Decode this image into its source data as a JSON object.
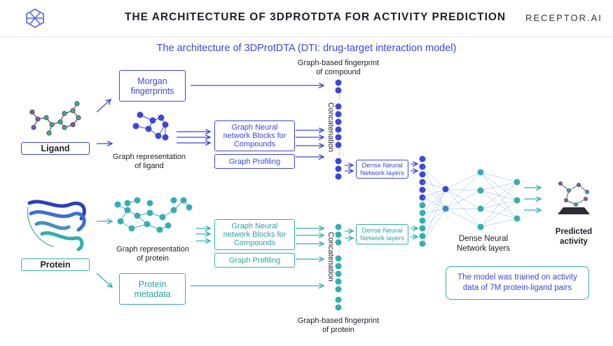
{
  "header": {
    "title": "THE ARCHITECTURE OF 3DPROTDTA FOR ACTIVITY PREDICTION",
    "brand": "RECEPTOR.AI"
  },
  "subtitle": "The architecture of 3DProtDTA (DTI: drug-target interaction model)",
  "ligand": {
    "label": "Ligand",
    "morgan_line1": "Morgan",
    "morgan_line2": "fingerprints",
    "graph_repr_line1": "Graph representation",
    "graph_repr_line2": "of ligand",
    "gnn_line1": "Graph Neural",
    "gnn_line2": "network Blocks for",
    "gnn_line3": "Compounds",
    "profiling": "Graph Profiling",
    "fp_line1": "Graph-based fingerprint",
    "fp_line2": "of compound",
    "concat": "Concatenation",
    "dense_line1": "Dense Neural",
    "dense_line2": "Network layers"
  },
  "protein": {
    "label": "Protein",
    "metadata_line1": "Protein",
    "metadata_line2": "metadata",
    "graph_repr_line1": "Graph representation",
    "graph_repr_line2": "of protein",
    "gnn_line1": "Graph Neural",
    "gnn_line2": "network Blocks for",
    "gnn_line3": "Compounds",
    "profiling": "Graph Profiling",
    "fp_line1": "Graph-based fingerprint",
    "fp_line2": "of protein",
    "concat": "Concatenation",
    "dense_line1": "Dense Neural",
    "dense_line2": "Network layers"
  },
  "output": {
    "dense_line1": "Dense Neural",
    "dense_line2": "Network layers",
    "predicted_line1": "Predicted",
    "predicted_line2": "activity"
  },
  "note": {
    "line1": "The model was trained on activity",
    "line2": "data of 7M protein-ligand pairs"
  },
  "colors": {
    "blue": "#3d46d8",
    "teal": "#35aeb0",
    "text": "#1e1e28"
  },
  "icons": [
    "receptor-logo-icon",
    "ligand-molecule-icon",
    "protein-structure-icon",
    "predicted-complex-icon"
  ]
}
